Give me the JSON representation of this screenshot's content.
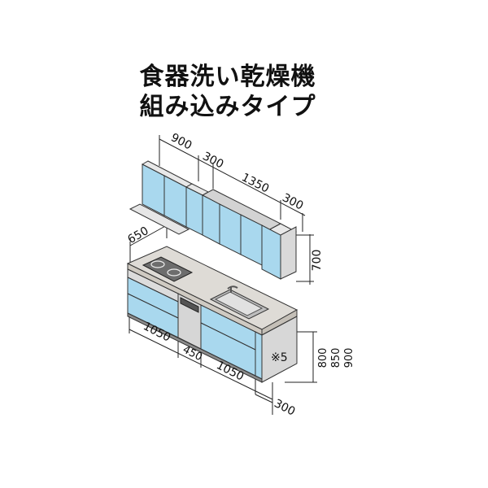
{
  "title": {
    "line1": "食器洗い乾燥機",
    "line2": "組み込みタイプ"
  },
  "dimensions": {
    "wall_cabinet_widths": [
      "900",
      "300",
      "1350",
      "300"
    ],
    "wall_cabinet_height": "700",
    "counter_depth": "650",
    "base_widths": [
      "1050",
      "450",
      "1050"
    ],
    "end_panel_width": "300",
    "counter_heights": [
      "800",
      "850",
      "900"
    ],
    "note": "※5"
  },
  "colors": {
    "cabinet_blue": "#a9d8ee",
    "counter": "#dedbd6",
    "steel": "#c9c9c9"
  }
}
